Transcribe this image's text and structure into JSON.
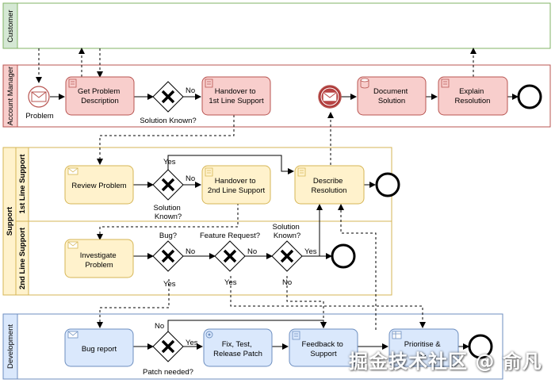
{
  "lanes": {
    "customer": "Customer",
    "account_manager": "Account Manager",
    "support": "Support",
    "first_line": "1st Line Support",
    "second_line": "2nd Line Support",
    "development": "Development"
  },
  "tasks": {
    "get_problem": [
      "Get Problem",
      "Description"
    ],
    "handover_first": [
      "Handover to",
      "1st Line Support"
    ],
    "document_solution": [
      "Document",
      "Solution"
    ],
    "explain_resolution": [
      "Explain",
      "Resolution"
    ],
    "review_problem": [
      "Review Problem"
    ],
    "handover_second": [
      "Handover to",
      "2nd Line Support"
    ],
    "describe_resolution": [
      "Describe",
      "Resolution"
    ],
    "investigate_problem": [
      "Investigate",
      "Problem"
    ],
    "bug_report": [
      "Bug report"
    ],
    "fix_test_release": [
      "Fix, Test,",
      "Release Patch"
    ],
    "feedback_support": [
      "Feedback to",
      "Support"
    ],
    "prioritise": [
      "Prioritise &",
      "..."
    ]
  },
  "events": {
    "problem": "Problem"
  },
  "gateways": {
    "solution_known_am": [
      "Solution Known?"
    ],
    "solution_known_1st": [
      "Solution",
      "Known?"
    ],
    "bug": [
      "Bug?"
    ],
    "feature_request": [
      "Feature Request?"
    ],
    "solution_known_2nd": [
      "Solution",
      "Known?"
    ],
    "patch_needed": [
      "Patch needed?"
    ]
  },
  "flow_labels": {
    "no": "No",
    "yes": "Yes"
  },
  "watermark": "掘金技术社区 @ 俞凡",
  "colors": {
    "red_fill": "#f8cecc",
    "red_stroke": "#b85450",
    "yellow_fill": "#fff2cc",
    "yellow_stroke": "#d6b656",
    "blue_fill": "#dae8fc",
    "blue_stroke": "#6c8ebf",
    "customer_stroke": "#82b366"
  }
}
